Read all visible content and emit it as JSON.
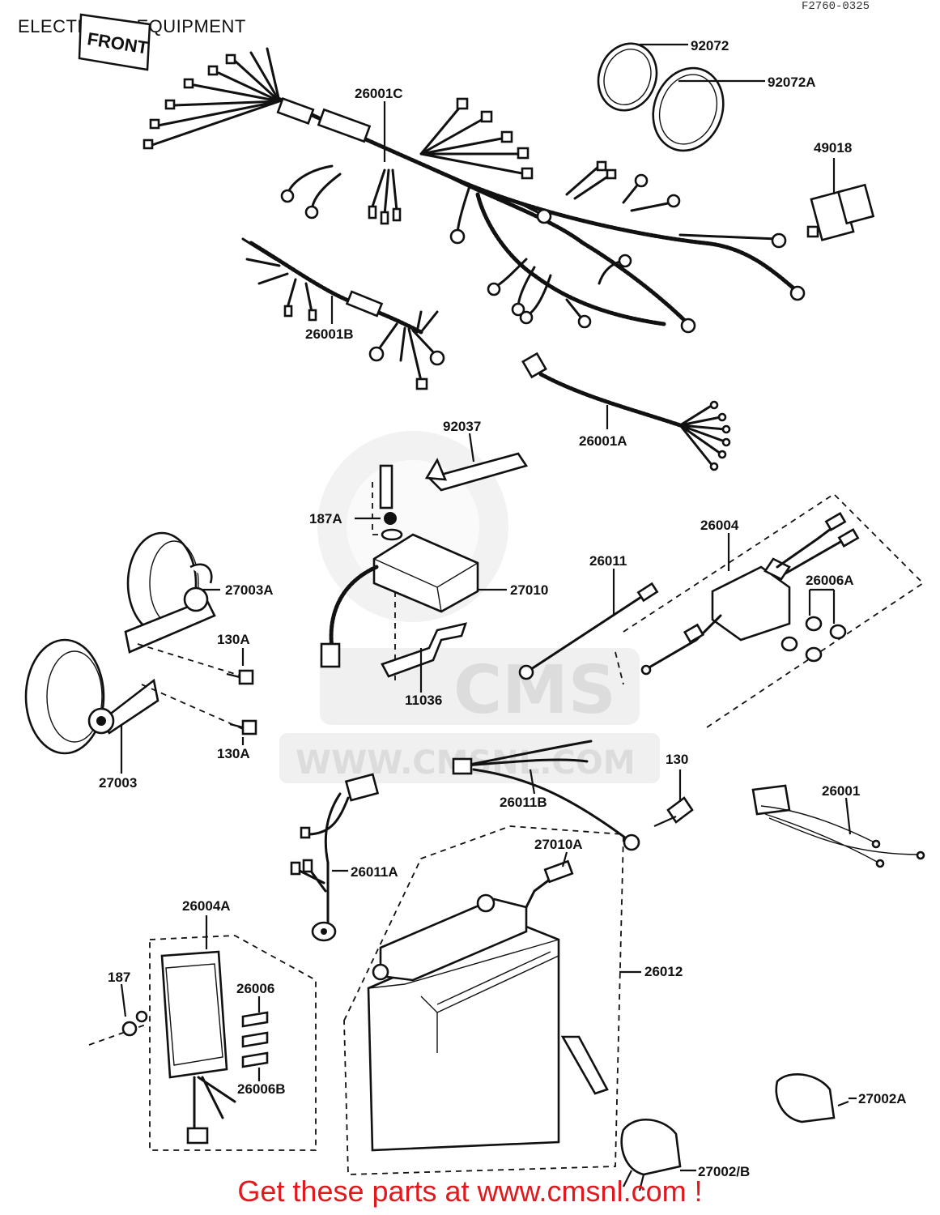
{
  "header": {
    "title": "ELECTRICAL EQUIPMENT",
    "drawing_code": "F2760-0325"
  },
  "front_tag": "FRONT",
  "watermark": {
    "brand": "CMS",
    "url": "WWW.CMSNL.COM"
  },
  "parts": {
    "p92072": "92072",
    "p92072A": "92072A",
    "p49018": "49018",
    "p26001C": "26001C",
    "p26001B": "26001B",
    "p26001A": "26001A",
    "p92037": "92037",
    "p187A": "187A",
    "p26004": "26004",
    "p26006A": "26006A",
    "p27003A": "27003A",
    "p27010": "27010",
    "p26011": "26011",
    "p130A_1": "130A",
    "p130A_2": "130A",
    "p11036": "11036",
    "p27003": "27003",
    "p130": "130",
    "p26001": "26001",
    "p26011B": "26011B",
    "p26011A": "26011A",
    "p27010A": "27010A",
    "p26004A": "26004A",
    "p26012": "26012",
    "p187": "187",
    "p26006": "26006",
    "p26006B": "26006B",
    "p27002A": "27002A",
    "p27002B": "27002/B"
  },
  "footer": {
    "cta": "Get these parts at www.cmsnl.com !"
  },
  "colors": {
    "cta": "#e1191f",
    "ink": "#111111",
    "watermark": "#dcdcdc"
  }
}
